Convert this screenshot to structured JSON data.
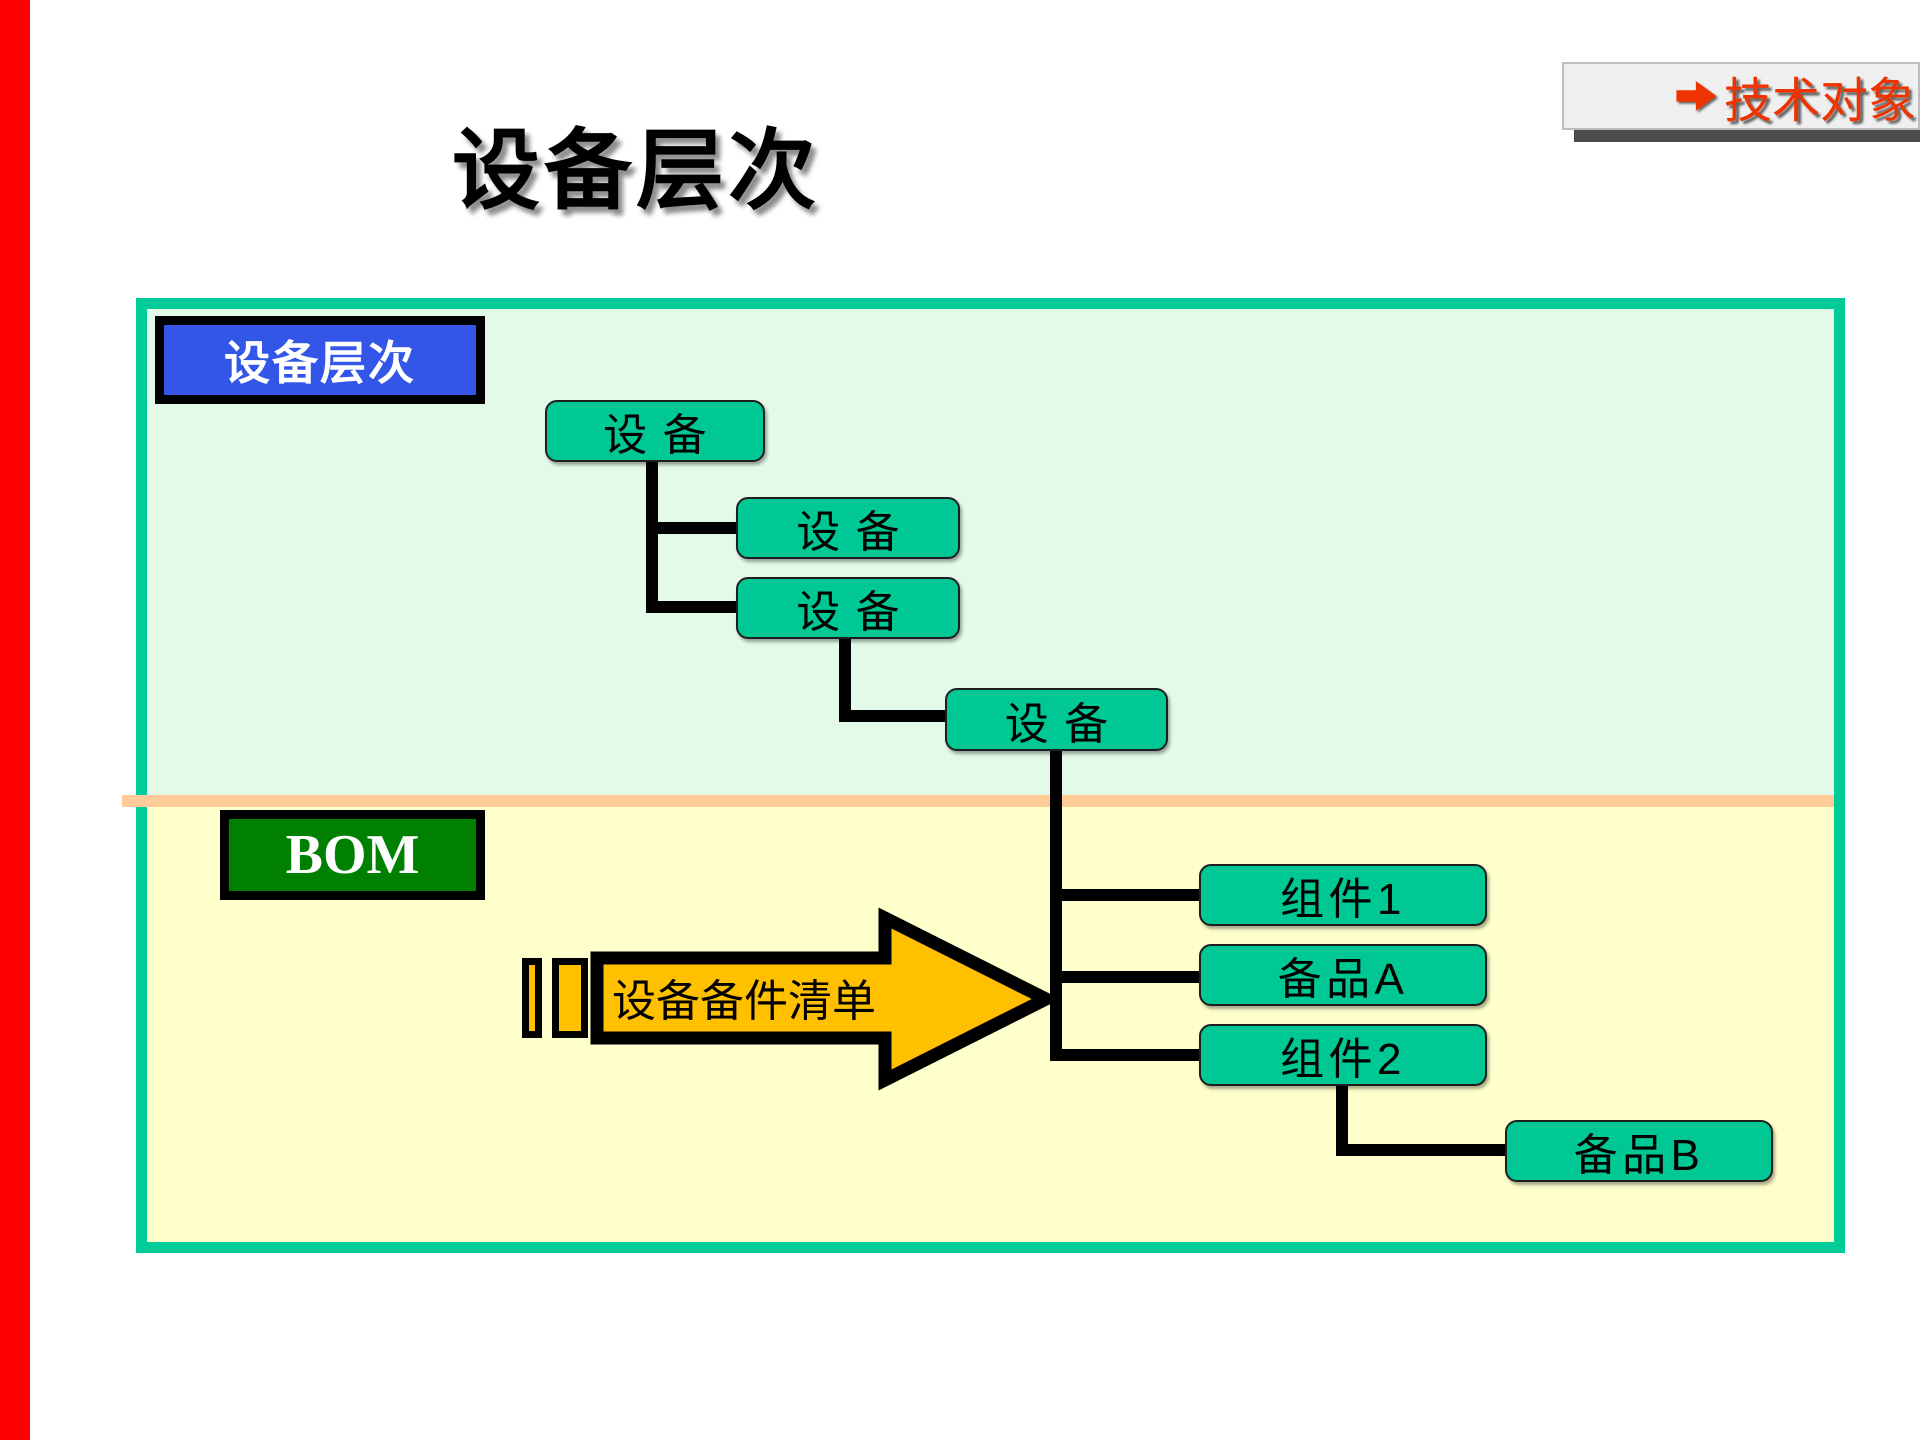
{
  "page": {
    "background": "#FFFFFF"
  },
  "left_bar": {
    "color": "#FF0000"
  },
  "header": {
    "title": "设备层次",
    "corner_link": {
      "label": "技术对象",
      "icon": "red-arrow-icon",
      "color": "#EE3300"
    }
  },
  "diagram": {
    "upper_label": "设备层次",
    "lower_label": "BOM",
    "equipment_nodes": [
      "设备",
      "设备",
      "设备",
      "设备"
    ],
    "bom_nodes": [
      "组件1",
      "备品A",
      "组件2",
      "备品B"
    ],
    "arrow_label": "设备备件清单",
    "colors": {
      "container_border": "#00CC99",
      "upper_bg": "#E3FAE8",
      "lower_bg": "#FFFFCC",
      "divider": "#FFCC99",
      "node_fill": "#00C894",
      "upper_label_bg": "#3355E8",
      "lower_label_bg": "#008000",
      "arrow_fill": "#FFC000",
      "connector": "#000000"
    }
  }
}
